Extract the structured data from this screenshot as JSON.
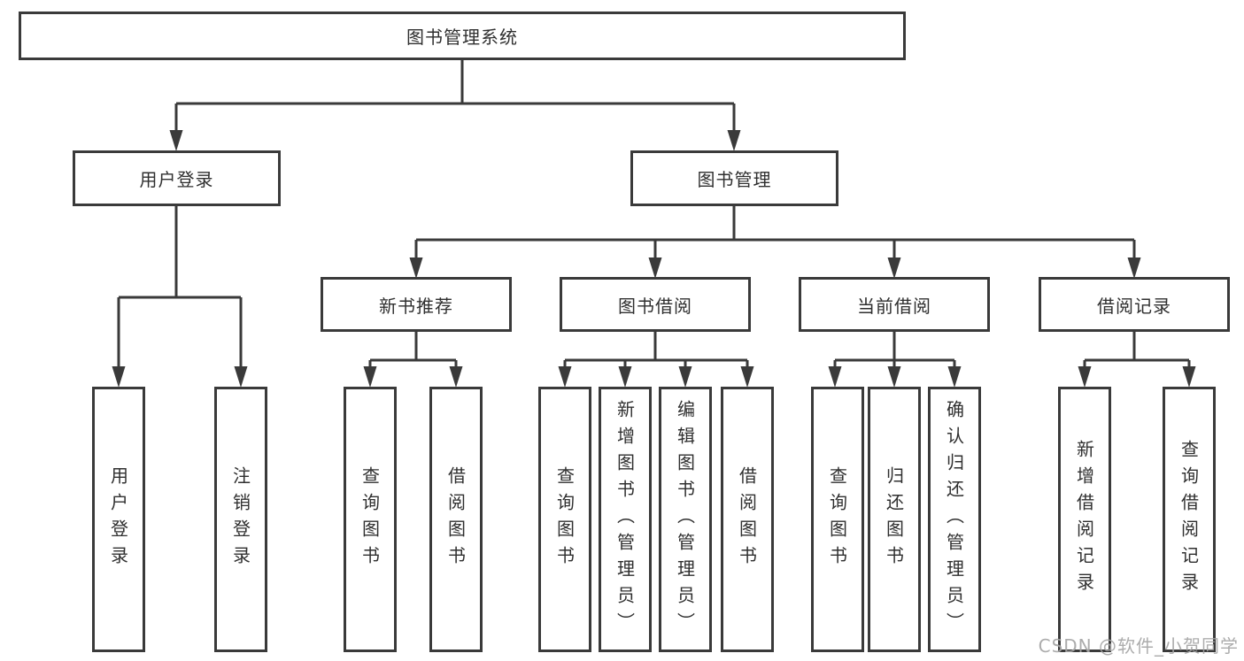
{
  "tree": {
    "root": "图书管理系统",
    "level2": [
      "用户登录",
      "图书管理"
    ],
    "level3": [
      "新书推荐",
      "图书借阅",
      "当前借阅",
      "借阅记录"
    ],
    "leaves": {
      "user_login": [
        "用户登录",
        "注销登录"
      ],
      "new_book_recommend": [
        "查询图书",
        "借阅图书"
      ],
      "book_borrow": [
        "查询图书",
        "新增图书（管理员）",
        "编辑图书（管理员）",
        "借阅图书"
      ],
      "current_borrow": [
        "查询图书",
        "归还图书",
        "确认归还（管理员）"
      ],
      "borrow_records": [
        "新增借阅记录",
        "查询借阅记录"
      ]
    }
  },
  "watermark": {
    "text": "CSDN @软件_小贺同学"
  },
  "colors": {
    "line": "#3a3a3a",
    "text": "#2f2f2f",
    "watermark": "#a5a5a5",
    "background": "#ffffff"
  }
}
